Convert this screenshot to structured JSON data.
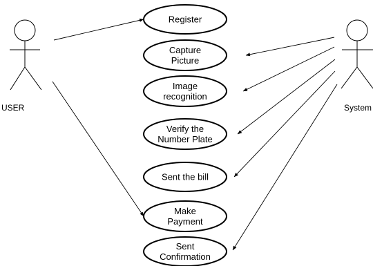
{
  "actors": {
    "user": {
      "label": "USER"
    },
    "system": {
      "label": "System"
    }
  },
  "use_cases": [
    {
      "id": "register",
      "lines": [
        "Register"
      ]
    },
    {
      "id": "capture-picture",
      "lines": [
        "Capture",
        "Picture"
      ]
    },
    {
      "id": "image-recognition",
      "lines": [
        "Image",
        "recognition"
      ]
    },
    {
      "id": "verify-number-plate",
      "lines": [
        "Verify the",
        "Number Plate"
      ]
    },
    {
      "id": "sent-bill",
      "lines": [
        "Sent the bill"
      ]
    },
    {
      "id": "make-payment",
      "lines": [
        "Make",
        "Payment"
      ]
    },
    {
      "id": "sent-confirmation",
      "lines": [
        "Sent",
        "Confirmation"
      ]
    }
  ],
  "associations": [
    {
      "from": "user",
      "to": "register"
    },
    {
      "from": "user",
      "to": "make-payment"
    },
    {
      "from": "system",
      "to": "capture-picture"
    },
    {
      "from": "system",
      "to": "image-recognition"
    },
    {
      "from": "system",
      "to": "verify-number-plate"
    },
    {
      "from": "system",
      "to": "sent-bill"
    },
    {
      "from": "system",
      "to": "sent-confirmation"
    }
  ]
}
